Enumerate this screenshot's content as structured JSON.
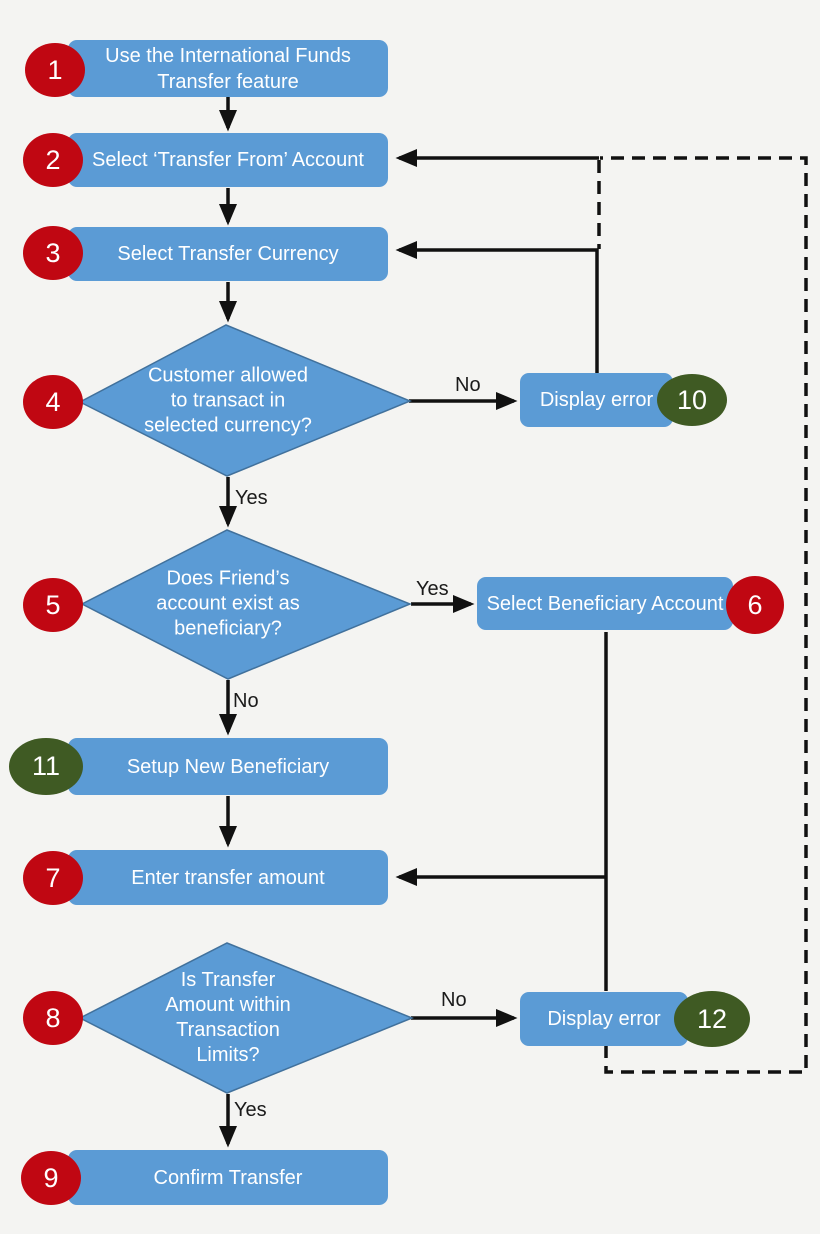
{
  "colors": {
    "page_bg": "#f4f4f2",
    "node_blue": "#5b9bd5",
    "node_blue_border": "#41719c",
    "badge_red": "#c00712",
    "badge_green": "#3f5a23",
    "connector": "#111111"
  },
  "nodes": {
    "step1": {
      "badge": "1",
      "label": "Use the International Funds Transfer feature"
    },
    "step2": {
      "badge": "2",
      "label": "Select ‘Transfer From’ Account"
    },
    "step3": {
      "badge": "3",
      "label": "Select Transfer Currency"
    },
    "decision4": {
      "badge": "4",
      "label": "Customer allowed to transact in selected currency?"
    },
    "error10": {
      "badge": "10",
      "label": "Display error"
    },
    "decision5": {
      "badge": "5",
      "label": "Does Friend’s account exist as beneficiary?"
    },
    "step6": {
      "badge": "6",
      "label": "Select Beneficiary Account"
    },
    "step11": {
      "badge": "11",
      "label": "Setup New Beneficiary"
    },
    "step7": {
      "badge": "7",
      "label": "Enter transfer amount"
    },
    "decision8": {
      "badge": "8",
      "label": "Is Transfer Amount within Transaction Limits?"
    },
    "error12": {
      "badge": "12",
      "label": "Display error"
    },
    "step9": {
      "badge": "9",
      "label": "Confirm Transfer"
    }
  },
  "edge_labels": {
    "decision4_yes": "Yes",
    "decision4_no": "No",
    "decision5_yes": "Yes",
    "decision5_no": "No",
    "decision8_yes": "Yes",
    "decision8_no": "No"
  }
}
